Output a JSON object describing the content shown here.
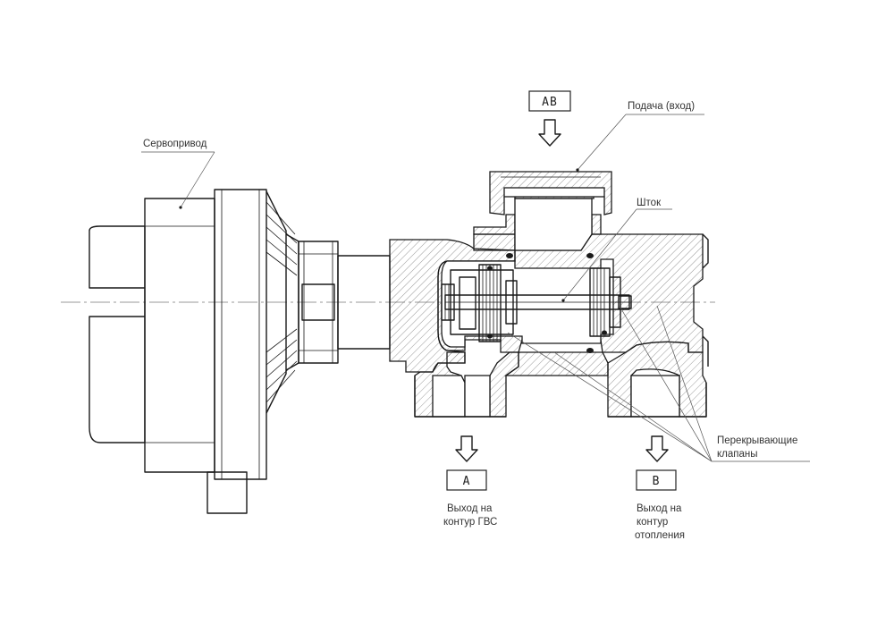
{
  "labels": {
    "servo": "Сервопривод",
    "supply": "Подача (вход)",
    "stem": "Шток",
    "valves_l1": "Перекрывающие",
    "valves_l2": "клапаны",
    "out_a_l1": "Выход на",
    "out_a_l2": "контур ГВС",
    "out_b_l1": "Выход на",
    "out_b_l2": "контур",
    "out_b_l3": "отопления"
  },
  "ports": {
    "ab": "AB",
    "a": "A",
    "b": "B"
  }
}
